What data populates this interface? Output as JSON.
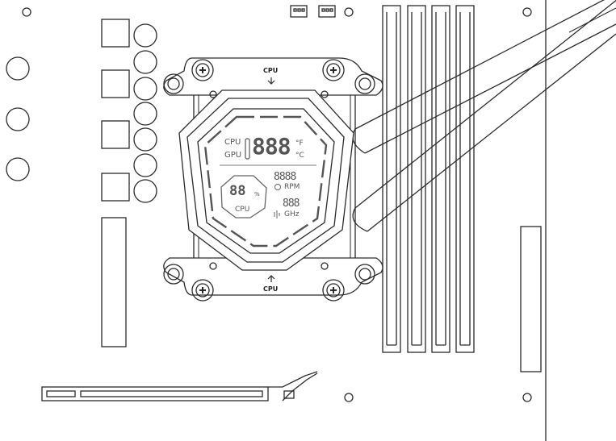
{
  "bracket": {
    "top_label": "CPU",
    "bottom_label": "CPU"
  },
  "display": {
    "temp_source_cpu": "CPU",
    "temp_source_gpu": "GPU",
    "unit_f": "°F",
    "unit_c": "°C",
    "usage_unit": "%",
    "usage_label": "CPU",
    "fan_label": "RPM",
    "clock_label": "GHz"
  },
  "colors": {
    "line": "#2a2a2a",
    "display_segments": "#555555",
    "background": "#ffffff"
  }
}
